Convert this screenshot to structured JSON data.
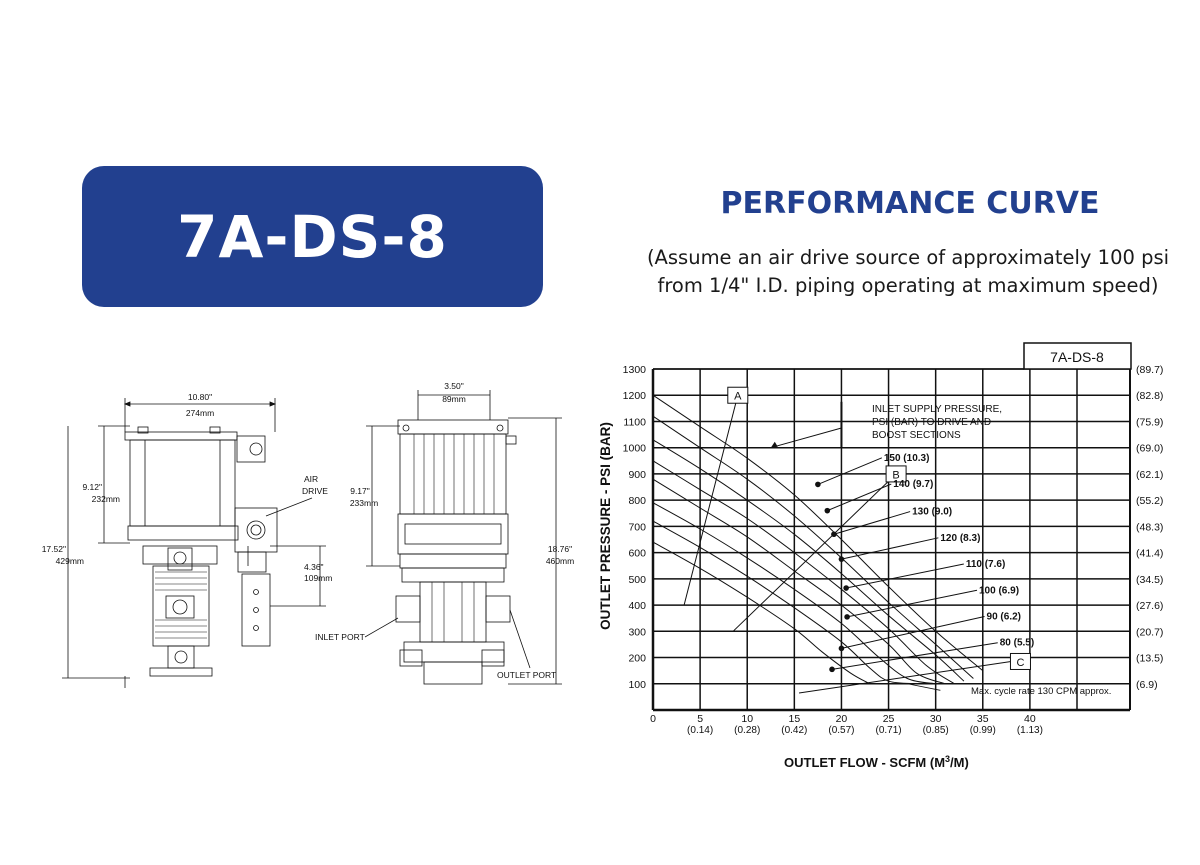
{
  "header": {
    "model": "7A-DS-8",
    "heading": "PERFORMANCE CURVE",
    "note_line1": "(Assume an air drive source of approximately 100 psi",
    "note_line2": "from 1/4\" I.D. piping operating at maximum speed)"
  },
  "colors": {
    "brand_blue": "#22408f",
    "line": "#111111"
  },
  "drawing": {
    "front": {
      "width_in": "10.80\"",
      "width_mm": "274mm",
      "upper_in": "9.12\"",
      "upper_mm": "232mm",
      "total_in": "17.52\"",
      "total_mm": "429mm",
      "port_in": "4.36\"",
      "port_mm": "109mm",
      "air_drive_1": "AIR",
      "air_drive_2": "DRIVE",
      "inlet_port": "INLET PORT"
    },
    "side": {
      "width_in": "3.50\"",
      "width_mm": "89mm",
      "upper_in": "9.17\"",
      "upper_mm": "233mm",
      "total_in": "18.76\"",
      "total_mm": "460mm",
      "outlet_port": "OUTLET PORT"
    }
  },
  "chart_data": {
    "type": "line",
    "chart_label": "7A-DS-8",
    "xlabel_main": "OUTLET FLOW - SCFM (M",
    "xlabel_sup": "3",
    "xlabel_end": "/M)",
    "ylabel": "OUTLET PRESSURE - PSI (BAR)",
    "xlim": [
      0,
      45
    ],
    "ylim": [
      0,
      1300
    ],
    "x_ticks": [
      0,
      5,
      10,
      15,
      20,
      25,
      30,
      35,
      40
    ],
    "x_tick_labels": [
      "0",
      "5",
      "10",
      "15",
      "20",
      "25",
      "30",
      "35",
      "40"
    ],
    "x_tick_sub": [
      "",
      "(0.14)",
      "(0.28)",
      "(0.42)",
      "(0.57)",
      "(0.71)",
      "(0.85)",
      "(0.99)",
      "(1.13)"
    ],
    "y_ticks": [
      100,
      200,
      300,
      400,
      500,
      600,
      700,
      800,
      900,
      1000,
      1100,
      1200,
      1300
    ],
    "y_tick_labels": [
      "100",
      "200",
      "300",
      "400",
      "500",
      "600",
      "700",
      "800",
      "900",
      "1000",
      "1100",
      "1200",
      "1300"
    ],
    "y_right_labels": [
      "(6.9)",
      "(13.5)",
      "(20.7)",
      "(27.6)",
      "(34.5)",
      "(41.4)",
      "(48.3)",
      "(55.2)",
      "(62.1)",
      "(69.0)",
      "(75.9)",
      "(82.8)",
      "(89.7)"
    ],
    "annotation": {
      "line1": "INLET SUPPLY PRESSURE,",
      "line2": "PSI (BAR) TO DRIVE AND",
      "line3": "BOOST  SECTIONS"
    },
    "max_cycle_note": "Max. cycle rate 130 CPM approx.",
    "markers": [
      "A",
      "B",
      "C"
    ],
    "series": [
      {
        "name": "150 (10.3)",
        "points": [
          [
            0,
            1200
          ],
          [
            5,
            1080
          ],
          [
            10,
            960
          ],
          [
            15,
            820
          ],
          [
            20,
            650
          ],
          [
            25,
            470
          ],
          [
            30,
            300
          ],
          [
            35,
            150
          ]
        ]
      },
      {
        "name": "140 (9.7)",
        "points": [
          [
            0,
            1120
          ],
          [
            5,
            1000
          ],
          [
            10,
            880
          ],
          [
            15,
            740
          ],
          [
            20,
            580
          ],
          [
            25,
            410
          ],
          [
            30,
            250
          ],
          [
            34,
            120
          ]
        ]
      },
      {
        "name": "130 (9.0)",
        "points": [
          [
            0,
            1030
          ],
          [
            5,
            920
          ],
          [
            10,
            800
          ],
          [
            15,
            670
          ],
          [
            20,
            520
          ],
          [
            25,
            360
          ],
          [
            30,
            210
          ],
          [
            33,
            110
          ]
        ]
      },
      {
        "name": "120 (8.3)",
        "points": [
          [
            0,
            950
          ],
          [
            5,
            840
          ],
          [
            10,
            730
          ],
          [
            15,
            600
          ],
          [
            20,
            460
          ],
          [
            25,
            310
          ],
          [
            29,
            170
          ],
          [
            32,
            100
          ]
        ]
      },
      {
        "name": "110 (7.6)",
        "points": [
          [
            0,
            880
          ],
          [
            5,
            770
          ],
          [
            10,
            660
          ],
          [
            15,
            530
          ],
          [
            20,
            400
          ],
          [
            25,
            250
          ],
          [
            28,
            140
          ],
          [
            31,
            100
          ]
        ]
      },
      {
        "name": "100 (6.9)",
        "points": [
          [
            0,
            790
          ],
          [
            5,
            690
          ],
          [
            10,
            580
          ],
          [
            15,
            460
          ],
          [
            20,
            330
          ],
          [
            24,
            200
          ],
          [
            27,
            120
          ],
          [
            30,
            100
          ]
        ]
      },
      {
        "name": "90 (6.2)",
        "points": [
          [
            0,
            720
          ],
          [
            5,
            620
          ],
          [
            10,
            510
          ],
          [
            15,
            390
          ],
          [
            20,
            260
          ],
          [
            23,
            160
          ],
          [
            25,
            110
          ],
          [
            28,
            100
          ]
        ]
      },
      {
        "name": "80 (5.5)",
        "points": [
          [
            0,
            640
          ],
          [
            5,
            540
          ],
          [
            10,
            430
          ],
          [
            15,
            310
          ],
          [
            18,
            220
          ],
          [
            21,
            140
          ],
          [
            23,
            100
          ]
        ]
      }
    ],
    "label_positions": [
      {
        "label": "150 (10.3)",
        "point": [
          17.5,
          860
        ],
        "text_at": [
          24.5,
          950
        ]
      },
      {
        "label": "140 (9.7)",
        "point": [
          18.5,
          760
        ],
        "text_at": [
          25.5,
          850
        ]
      },
      {
        "label": "130 (9.0)",
        "point": [
          19.2,
          670
        ],
        "text_at": [
          27.5,
          745
        ]
      },
      {
        "label": "120 (8.3)",
        "point": [
          20.0,
          575
        ],
        "text_at": [
          30.5,
          645
        ]
      },
      {
        "label": "110 (7.6)",
        "point": [
          20.5,
          465
        ],
        "text_at": [
          33.2,
          545
        ]
      },
      {
        "label": "100 (6.9)",
        "point": [
          20.6,
          355
        ],
        "text_at": [
          34.6,
          445
        ]
      },
      {
        "label": "90 (6.2)",
        "point": [
          20.0,
          235
        ],
        "text_at": [
          35.4,
          345
        ]
      },
      {
        "label": "80 (5.5)",
        "point": [
          19.0,
          155
        ],
        "text_at": [
          36.8,
          245
        ]
      }
    ]
  }
}
